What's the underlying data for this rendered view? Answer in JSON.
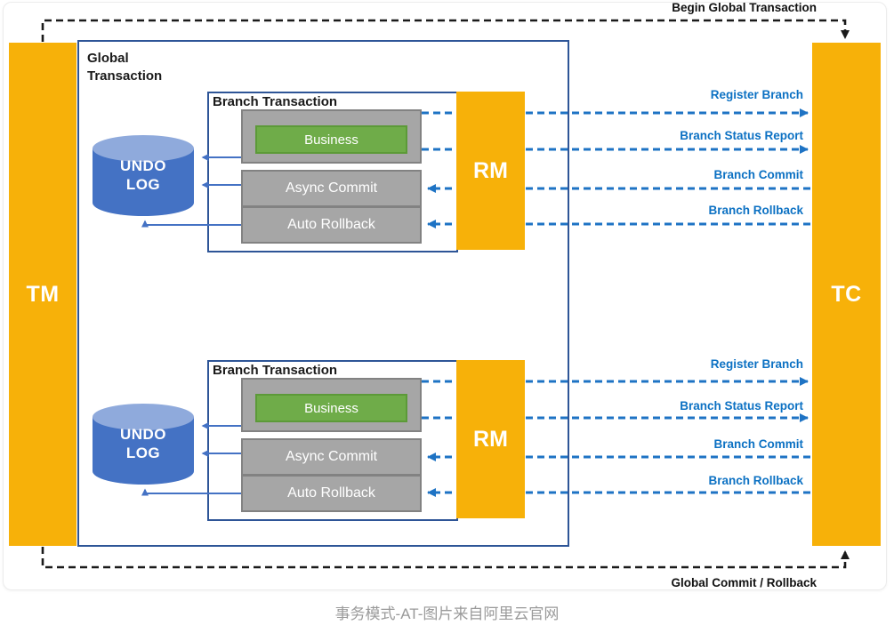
{
  "caption": "事务模式-AT-图片来自阿里云官网",
  "diagram": {
    "tm_label": "TM",
    "tc_label": "TC",
    "top_flow_label": "Begin Global Transaction",
    "bottom_flow_label": "Global Commit / Rollback",
    "global_transaction_label": "Global Transaction",
    "branches": [
      {
        "title": "Branch Transaction",
        "rm_label": "RM",
        "undo_log_lines": [
          "UNDO",
          "LOG"
        ],
        "business_label": "Business",
        "async_commit_label": "Async Commit",
        "auto_rollback_label": "Auto Rollback",
        "messages": [
          "Register Branch",
          "Branch Status Report",
          "Branch Commit",
          "Branch Rollback"
        ]
      },
      {
        "title": "Branch Transaction",
        "rm_label": "RM",
        "undo_log_lines": [
          "UNDO",
          "LOG"
        ],
        "business_label": "Business",
        "async_commit_label": "Async Commit",
        "auto_rollback_label": "Auto Rollback",
        "messages": [
          "Register Branch",
          "Branch Status Report",
          "Branch Commit",
          "Branch Rollback"
        ]
      }
    ],
    "colors": {
      "bar_yellow": "#F7B109",
      "cylinder_blue": "#4472C4",
      "cylinder_top_blue": "#8FAADC",
      "box_gray": "#A6A6A6",
      "business_green": "#6FAC49",
      "frame_border_blue": "#2E5597",
      "message_arrow_blue": "#1E73C4",
      "message_label_blue": "#0C71C3",
      "flow_dash_black": "#1A1A1A"
    }
  }
}
